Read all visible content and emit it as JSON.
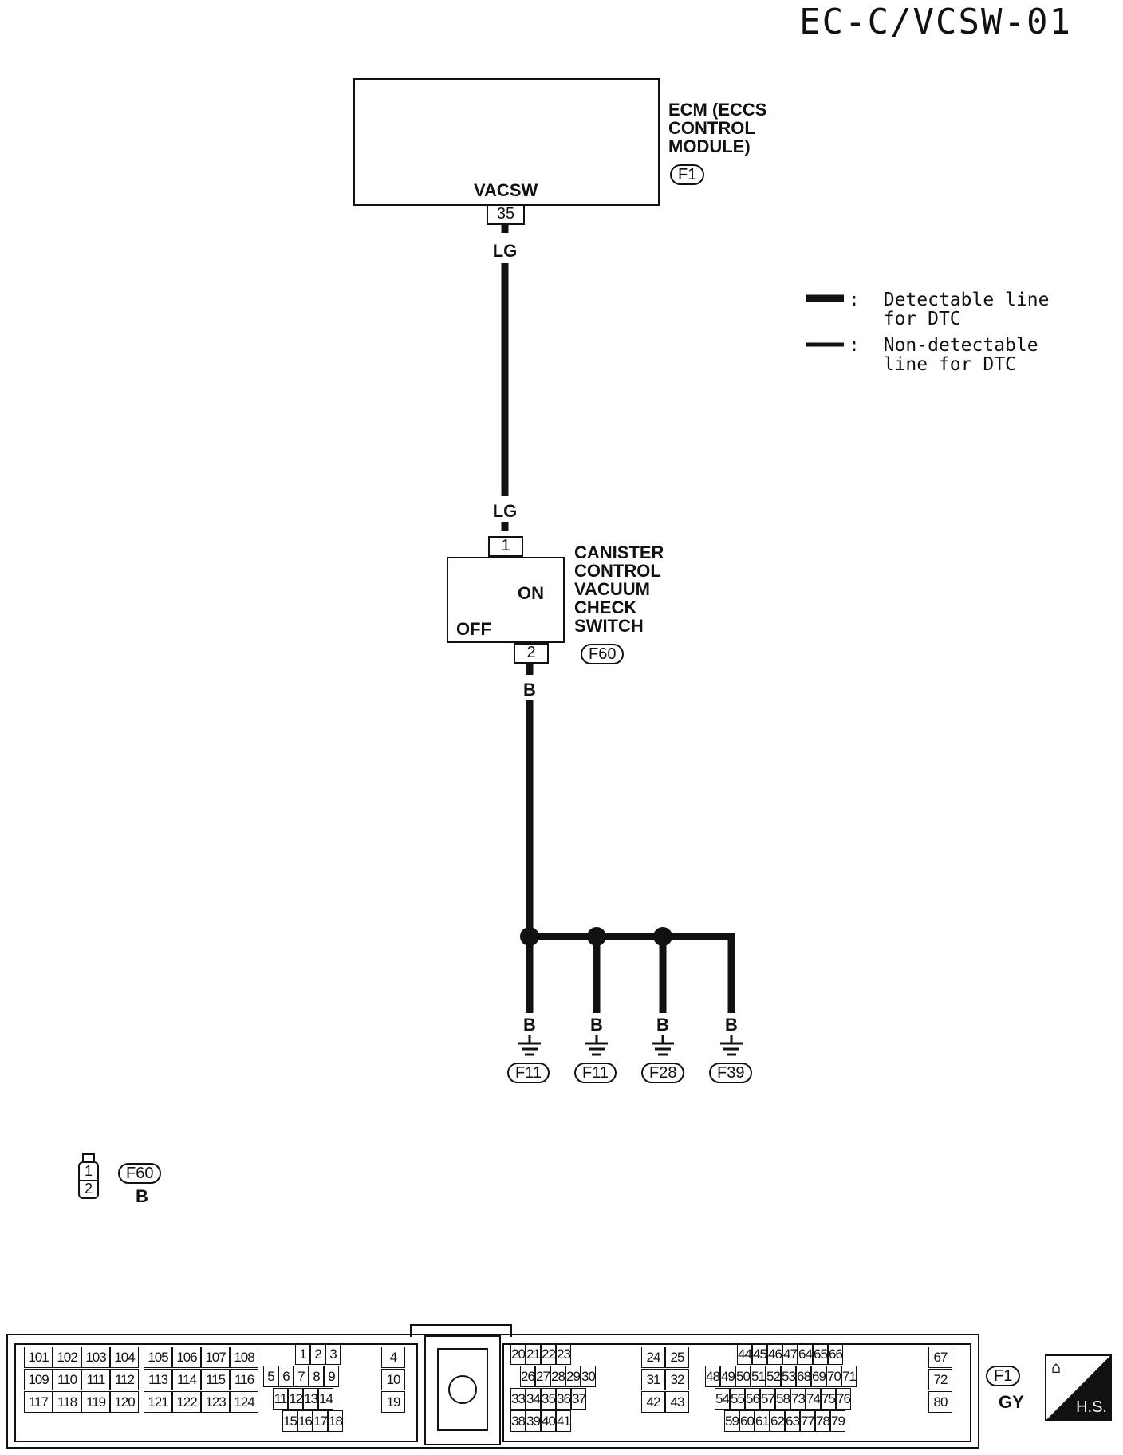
{
  "page": {
    "code": "EC-C/VCSW-01"
  },
  "ecm": {
    "name_lines": [
      "ECM (ECCS",
      "CONTROL",
      "MODULE)"
    ],
    "connector": "F1",
    "terminal_label": "VACSW",
    "terminal": "35"
  },
  "wires": {
    "top_upper": "LG",
    "top_lower": "LG",
    "bottom": "B",
    "grounds": [
      "B",
      "B",
      "B",
      "B"
    ]
  },
  "switch": {
    "name_lines": [
      "CANISTER",
      "CONTROL",
      "VACUUM",
      "CHECK",
      "SWITCH"
    ],
    "connector": "F60",
    "pin_top": "1",
    "pin_bottom": "2",
    "on_label": "ON",
    "off_label": "OFF"
  },
  "ground_connectors": [
    "F11",
    "F11",
    "F28",
    "F39"
  ],
  "legend": {
    "detectable": [
      "Detectable line",
      "for DTC"
    ],
    "non_detectable": [
      "Non-detectable",
      "line for DTC"
    ],
    "separator": ":"
  },
  "connector_views": {
    "f60": {
      "pins": [
        "1",
        "2"
      ],
      "connector": "F60",
      "color": "B"
    },
    "f1": {
      "connector": "F1",
      "color": "GY",
      "badge": "H.S.",
      "groups": [
        {
          "rows": [
            [
              "101",
              "102",
              "103",
              "104"
            ],
            [
              "109",
              "110",
              "111",
              "112"
            ],
            [
              "117",
              "118",
              "119",
              "120"
            ]
          ]
        },
        {
          "rows": [
            [
              "105",
              "106",
              "107",
              "108"
            ],
            [
              "113",
              "114",
              "115",
              "116"
            ],
            [
              "121",
              "122",
              "123",
              "124"
            ]
          ]
        },
        {
          "rows": [
            [
              "1",
              "2",
              "3"
            ],
            [
              "5",
              "6",
              "7",
              "8",
              "9"
            ],
            [
              "11",
              "12",
              "13",
              "14"
            ],
            [
              "15",
              "16",
              "17",
              "18"
            ]
          ]
        },
        {
          "rows": [
            [
              "4"
            ],
            [
              "10"
            ],
            [
              "19"
            ]
          ]
        },
        {
          "rows": [
            [
              "20",
              "21",
              "22",
              "23"
            ],
            [
              "26",
              "27",
              "28",
              "29",
              "30"
            ],
            [
              "33",
              "34",
              "35",
              "36",
              "37"
            ],
            [
              "38",
              "39",
              "40",
              "41"
            ]
          ]
        },
        {
          "rows": [
            [
              "24",
              "25"
            ],
            [
              "31",
              "32"
            ],
            [
              "42",
              "43"
            ]
          ]
        },
        {
          "rows": [
            [
              "44",
              "45",
              "46",
              "47",
              "64",
              "65",
              "66"
            ],
            [
              "48",
              "49",
              "50",
              "51",
              "52",
              "53",
              "68",
              "69",
              "70",
              "71"
            ],
            [
              "54",
              "55",
              "56",
              "57",
              "58",
              "73",
              "74",
              "75",
              "76"
            ],
            [
              "59",
              "60",
              "61",
              "62",
              "63",
              "77",
              "78",
              "79"
            ]
          ]
        },
        {
          "rows": [
            [
              "67"
            ],
            [
              "72"
            ],
            [
              "80"
            ]
          ]
        }
      ]
    }
  }
}
